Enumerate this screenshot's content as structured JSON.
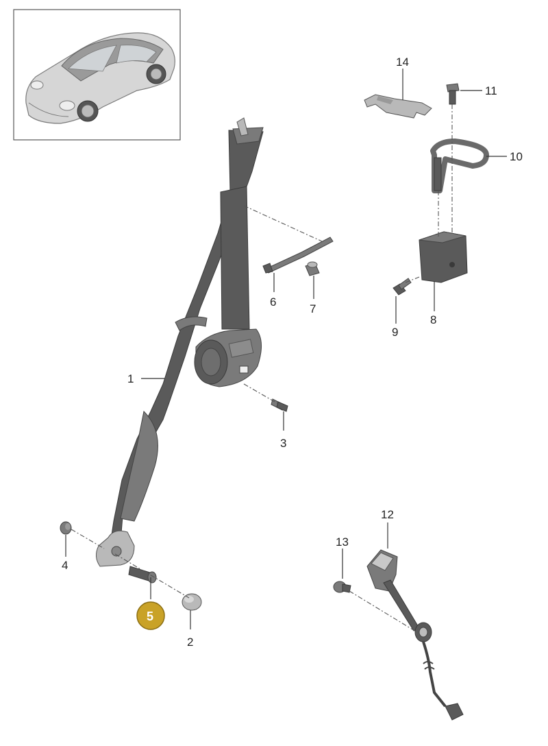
{
  "callouts": [
    {
      "id": "1",
      "label": "1"
    },
    {
      "id": "2",
      "label": "2"
    },
    {
      "id": "3",
      "label": "3"
    },
    {
      "id": "4",
      "label": "4"
    },
    {
      "id": "5",
      "label": "5",
      "highlighted": true
    },
    {
      "id": "6",
      "label": "6"
    },
    {
      "id": "7",
      "label": "7"
    },
    {
      "id": "8",
      "label": "8"
    },
    {
      "id": "9",
      "label": "9"
    },
    {
      "id": "10",
      "label": "10"
    },
    {
      "id": "11",
      "label": "11"
    },
    {
      "id": "12",
      "label": "12"
    },
    {
      "id": "13",
      "label": "13"
    },
    {
      "id": "14",
      "label": "14"
    }
  ],
  "colors": {
    "highlight_fill": "#c9a227",
    "highlight_stroke": "#8a6d12",
    "part_dark": "#5a5a5a",
    "part_light": "#b9b9b9",
    "frame": "#555555"
  },
  "icons": {
    "thumbnail": "car-thumbnail-icon"
  }
}
